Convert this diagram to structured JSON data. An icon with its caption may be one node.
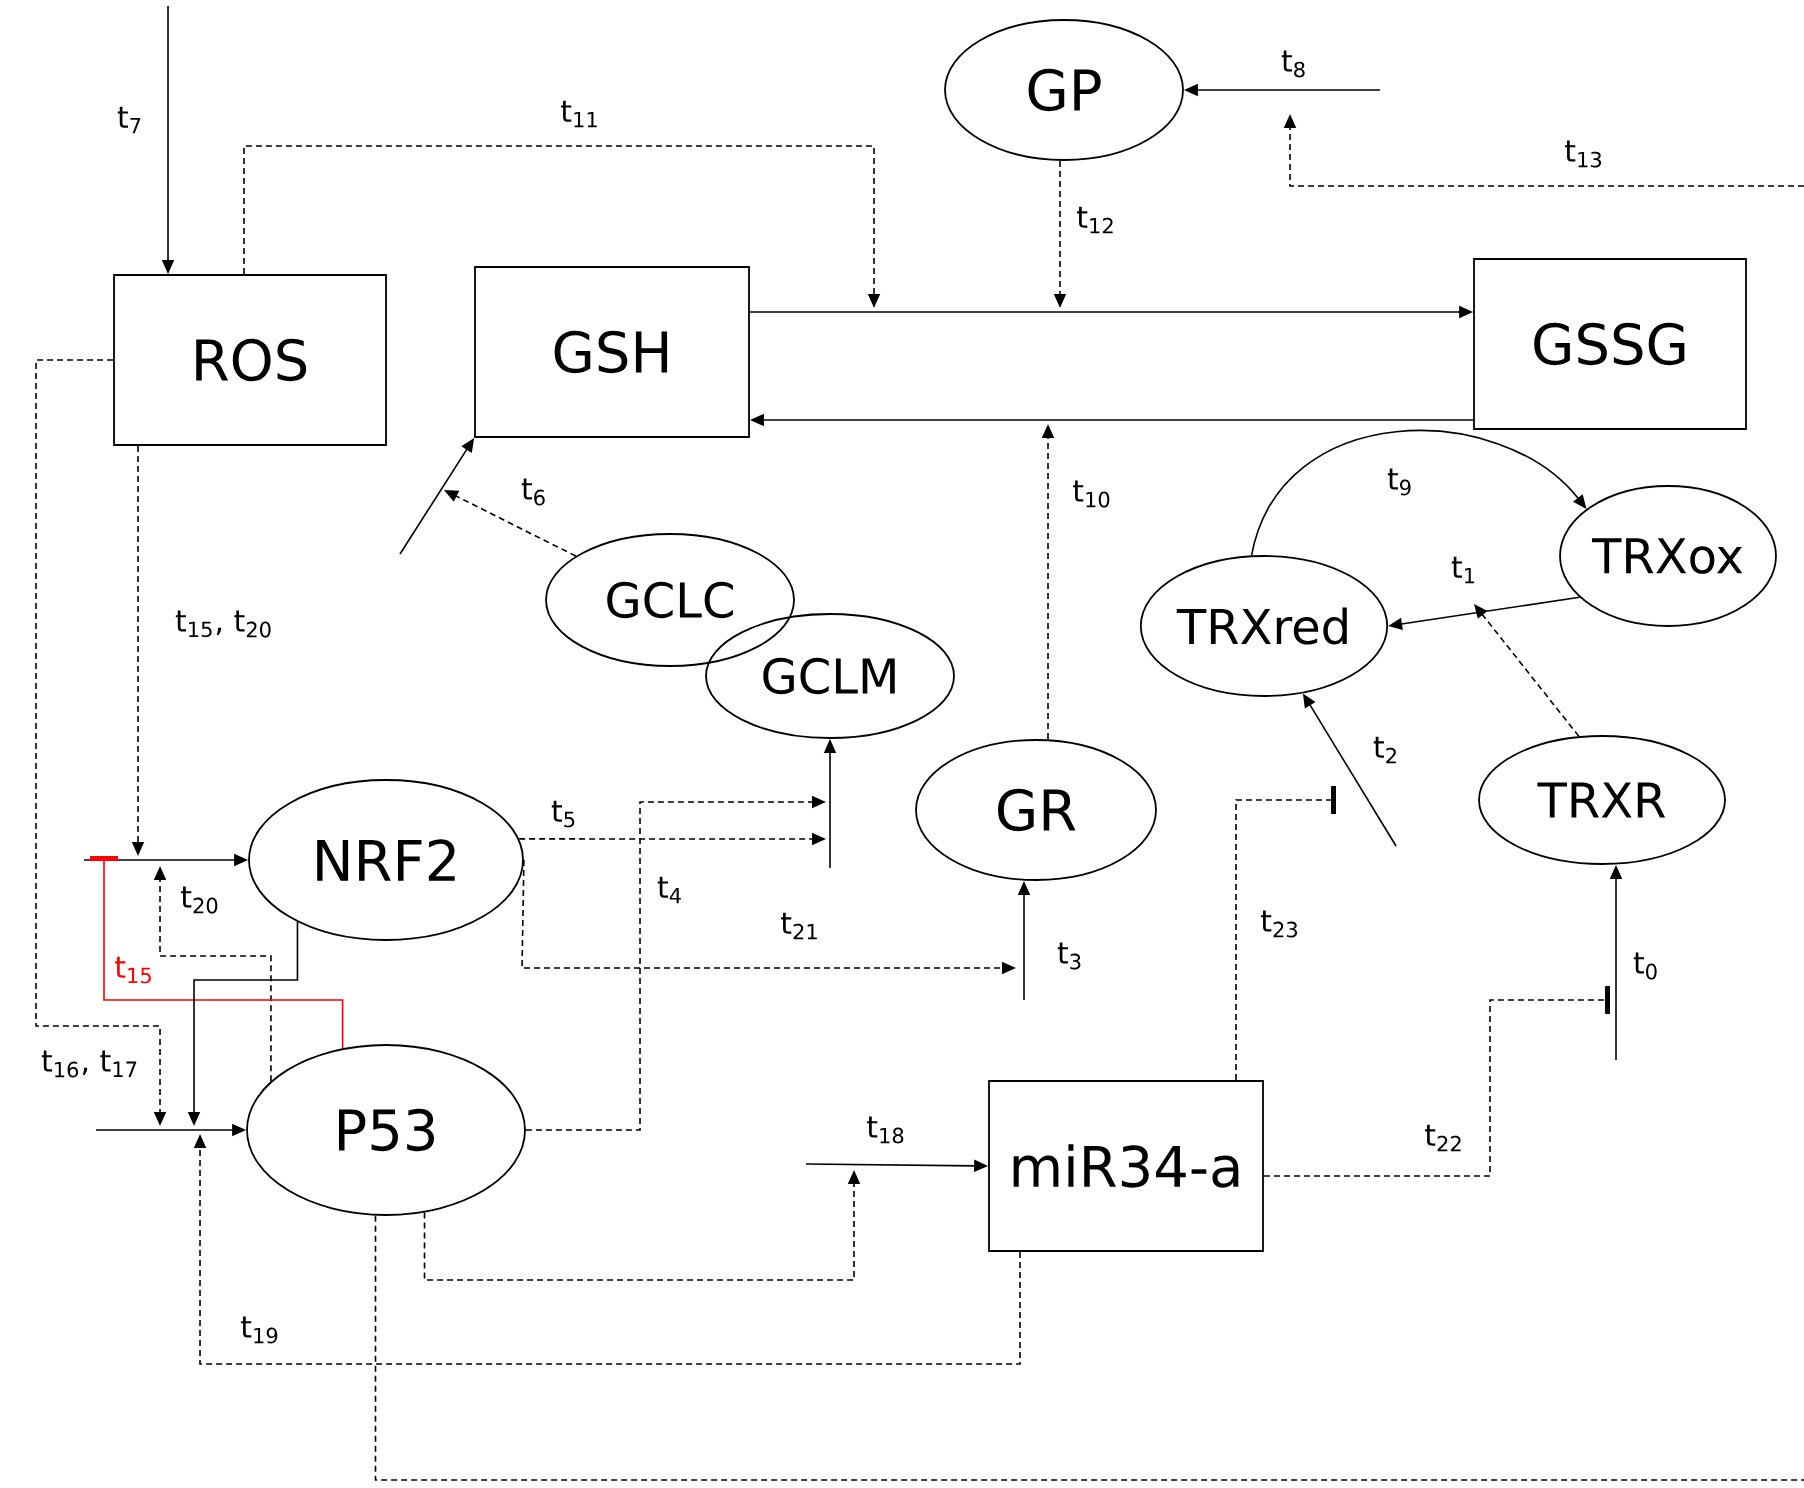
{
  "diagram": {
    "nodes": [
      {
        "text": [
          "ROS"
        ]
      },
      {
        "text": [
          "GSH"
        ]
      },
      {
        "text": [
          "GP"
        ]
      },
      {
        "text": [
          "GSSG"
        ]
      },
      {
        "text": [
          "GCLC"
        ]
      },
      {
        "text": [
          "GCLM"
        ]
      },
      {
        "text": [
          "NRF2"
        ]
      },
      {
        "text": [
          "GR"
        ]
      },
      {
        "text": [
          "TRXred"
        ]
      },
      {
        "text": [
          "TRXox"
        ]
      },
      {
        "text": [
          "TRXR"
        ]
      },
      {
        "text": [
          "P53"
        ]
      },
      {
        "text": [
          "miR34-a"
        ]
      }
    ],
    "edges": [
      {
        "from": null,
        "to": 0,
        "arrow": "to",
        "label": "t$_{7}$"
      },
      {
        "from": 1,
        "to": 3,
        "arrow": "to"
      },
      {
        "from": 3,
        "to": 1,
        "arrow": "to"
      },
      {
        "from": 0,
        "to": null,
        "arrow": "to",
        "style": "dashed",
        "label": "t$_{11}$"
      },
      {
        "from": 2,
        "to": null,
        "arrow": "to",
        "style": "dashed",
        "label": "t$_{12}$"
      },
      {
        "from": null,
        "to": 2,
        "arrow": "to",
        "label": "t$_{8}$"
      },
      {
        "from": 7,
        "to": null,
        "arrow": "to",
        "style": "dashed",
        "label": "t$_{10}$"
      },
      {
        "from": null,
        "to": 1,
        "arrow": "to"
      },
      {
        "from": 4,
        "to": null,
        "arrow": "to",
        "style": "dashed",
        "label": "t$_{6}$"
      },
      {
        "from": null,
        "to": 6,
        "arrow": "to"
      },
      {
        "from": 0,
        "to": null,
        "arrow": "to",
        "style": "dashed",
        "label": "t$_{15}$, t$_{20}$"
      },
      {
        "from": 11,
        "to": null,
        "arrow": "to",
        "style": "dashed",
        "label": "t$_{20}$"
      },
      {
        "from": 11,
        "to": null,
        "arrow": "other",
        "color": "#ff0000",
        "label": "t$_{15}$"
      },
      {
        "from": 6,
        "to": null,
        "arrow": "to"
      },
      {
        "from": 0,
        "to": null,
        "arrow": "to",
        "style": "dashed",
        "label": "t$_{16}$, t$_{17}$"
      },
      {
        "from": null,
        "to": 11,
        "arrow": "to"
      },
      {
        "from": 12,
        "to": null,
        "arrow": "to",
        "style": "dashed",
        "label": "t$_{19}$"
      },
      {
        "from": 6,
        "to": null,
        "arrow": "to",
        "style": "dashed",
        "label": "t$_{5}$"
      },
      {
        "from": null,
        "to": 5,
        "arrow": "to"
      },
      {
        "from": 11,
        "to": null,
        "arrow": "to",
        "style": "dashed",
        "label": "t$_{4}$"
      },
      {
        "from": 6,
        "to": null,
        "arrow": "to",
        "style": "dashed",
        "label": "t$_{21}$"
      },
      {
        "from": null,
        "to": 7,
        "arrow": "to",
        "label": "t$_{3}$"
      },
      {
        "from": 8,
        "to": 9,
        "arrow": "to",
        "label": "t$_{9}$"
      },
      {
        "from": 9,
        "to": 8,
        "arrow": "to",
        "label": "t$_{1}$"
      },
      {
        "from": 10,
        "to": null,
        "arrow": "to",
        "style": "dashed"
      },
      {
        "from": null,
        "to": 8,
        "arrow": "to",
        "label": "t$_{2}$"
      },
      {
        "from": 12,
        "to": null,
        "arrow": "other",
        "style": "dashed",
        "label": "t$_{23}$"
      },
      {
        "from": null,
        "to": 10,
        "arrow": "to",
        "label": "t$_{0}$"
      },
      {
        "from": 12,
        "to": null,
        "arrow": "other",
        "style": "dashed",
        "label": "t$_{22}$"
      },
      {
        "from": 11,
        "to": null,
        "arrow": "to",
        "style": "dashed"
      },
      {
        "from": null,
        "to": 12,
        "arrow": "to",
        "label": "t$_{18}$"
      },
      {
        "from": 11,
        "to": null,
        "arrow": "none",
        "style": "dashed"
      }
    ],
    "labels": [
      "t$_{13}$"
    ]
  }
}
